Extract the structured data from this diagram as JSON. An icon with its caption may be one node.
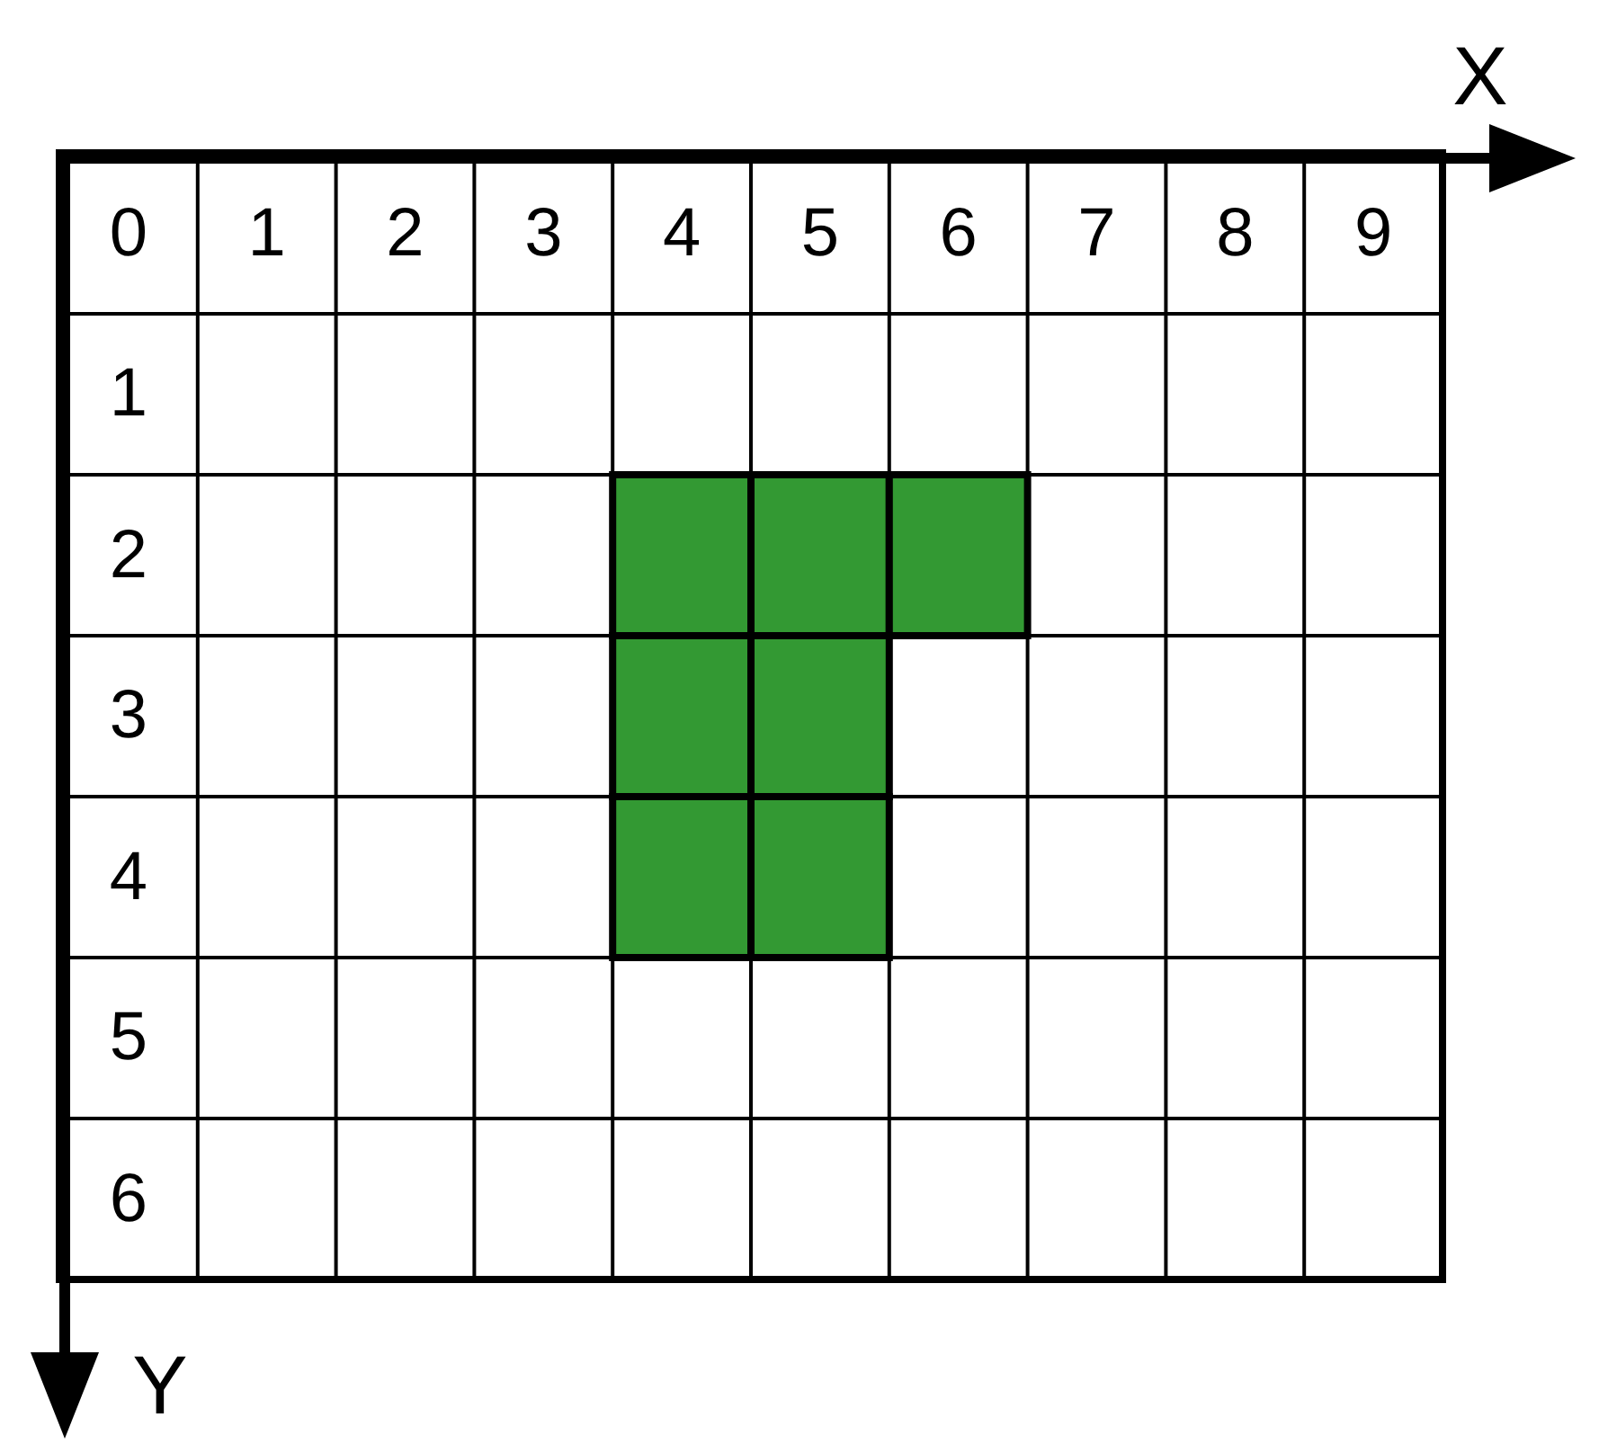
{
  "diagram": {
    "nodes": [
      {
        "text": [],
        "shape": "box"
      },
      {
        "text": [],
        "shape": "box"
      },
      {
        "text": [],
        "shape": "box"
      },
      {
        "text": [],
        "shape": "box"
      },
      {
        "text": [],
        "shape": "box"
      },
      {
        "text": [],
        "shape": "box"
      },
      {
        "text": [],
        "shape": "box"
      }
    ],
    "labels": [
      "X",
      "0",
      "1",
      "2",
      "3",
      "4",
      "5",
      "6",
      "7",
      "8",
      "9",
      "1",
      "2",
      "3",
      "4",
      "5",
      "6",
      "Y"
    ]
  }
}
